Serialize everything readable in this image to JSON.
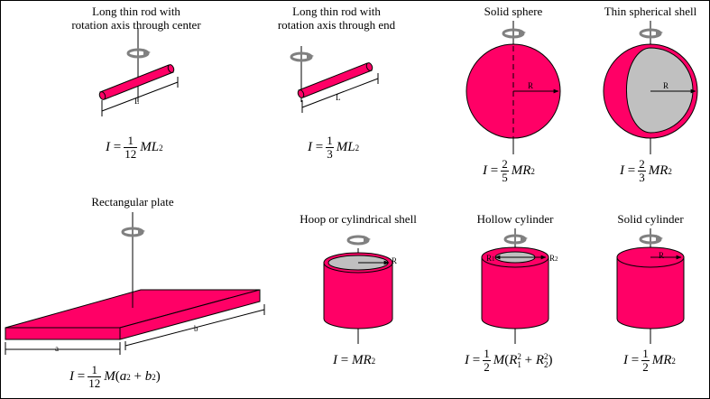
{
  "colors": {
    "fill": "#ff0066",
    "inner": "#c0c0c0",
    "arrow": "#808080",
    "line": "#000000"
  },
  "captions": {
    "rod_center": [
      "Long thin rod with",
      "rotation axis through center"
    ],
    "rod_end": [
      "Long thin rod with",
      "rotation axis through end"
    ],
    "solid_sphere": "Solid sphere",
    "thin_shell": "Thin spherical shell",
    "rect_plate": "Rectangular plate",
    "hoop": "Hoop or cylindrical shell",
    "hollow_cyl": "Hollow cylinder",
    "solid_cyl": "Solid cylinder"
  },
  "dims": {
    "L1": "L",
    "L2": "L",
    "R_sphere": "R",
    "R_shell": "R",
    "a": "a",
    "b": "b",
    "R_hoop": "R",
    "R1": "R",
    "R1_sub": "1",
    "R2": "R",
    "R2_sub": "2",
    "R_solid": "R"
  },
  "formulas": {
    "rod_center": {
      "lhs": "I",
      "eq": "=",
      "num": "1",
      "den": "12",
      "rhs": "ML",
      "exp": "2"
    },
    "rod_end": {
      "lhs": "I",
      "eq": "=",
      "num": "1",
      "den": "3",
      "rhs": "ML",
      "exp": "2"
    },
    "solid_sphere": {
      "lhs": "I",
      "eq": "=",
      "num": "2",
      "den": "5",
      "rhs": "MR",
      "exp": "2"
    },
    "thin_shell": {
      "lhs": "I",
      "eq": "=",
      "num": "2",
      "den": "3",
      "rhs": "MR",
      "exp": "2"
    },
    "rect_plate": {
      "lhs": "I",
      "eq": "=",
      "num": "1",
      "den": "12",
      "m": "M",
      "open": "(",
      "a": "a",
      "a_exp": "2",
      "plus": "+",
      "b": "b",
      "b_exp": "2",
      "close": ")"
    },
    "hoop": {
      "lhs": "I",
      "eq": "=",
      "rhs": "MR",
      "exp": "2"
    },
    "hollow_cyl": {
      "lhs": "I",
      "eq": "=",
      "num": "1",
      "den": "2",
      "m": "M",
      "open": "(",
      "r1": "R",
      "r1_sub": "1",
      "r1_exp": "2",
      "plus": "+",
      "r2": "R",
      "r2_sub": "2",
      "r2_exp": "2",
      "close": ")"
    },
    "solid_cyl": {
      "lhs": "I",
      "eq": "=",
      "num": "1",
      "den": "2",
      "rhs": "MR",
      "exp": "2"
    }
  }
}
